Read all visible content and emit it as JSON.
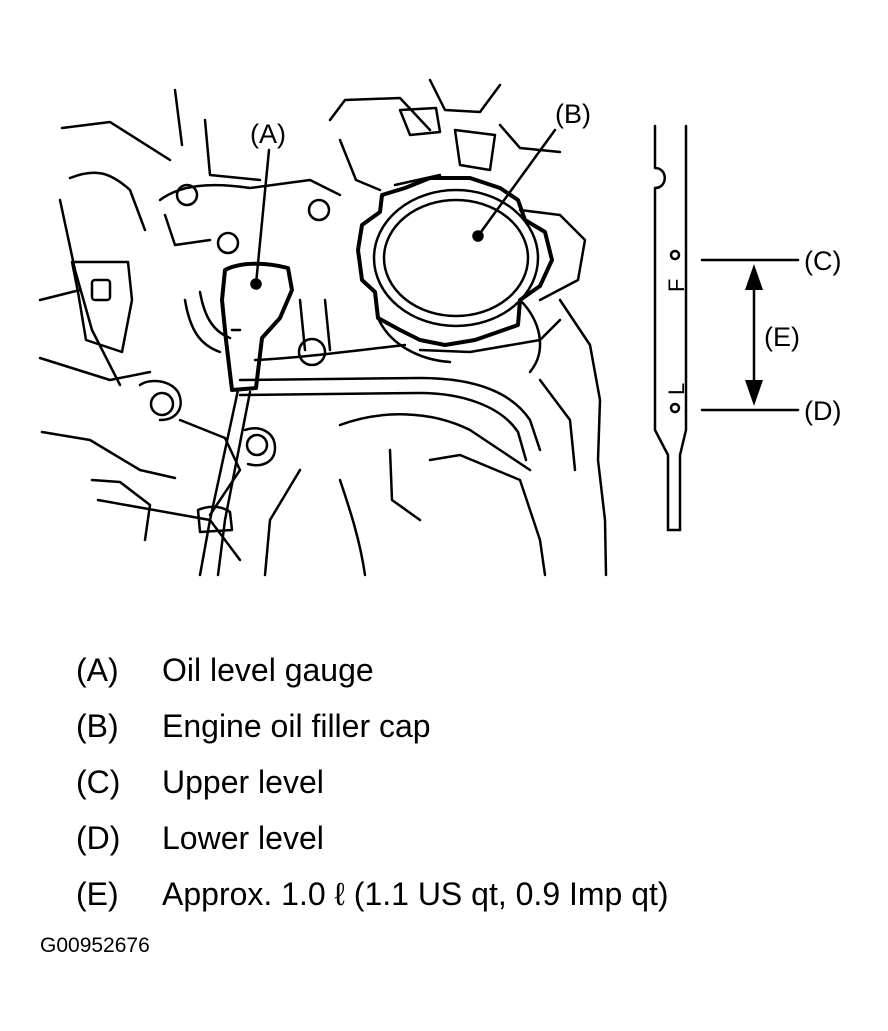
{
  "callouts": {
    "a": "(A)",
    "b": "(B)",
    "c": "(C)",
    "d": "(D)",
    "e": "(E)"
  },
  "gauge_marks": {
    "full": "F",
    "low": "L"
  },
  "legend": [
    {
      "key": "(A)",
      "desc": "Oil level gauge"
    },
    {
      "key": "(B)",
      "desc": "Engine oil filler cap"
    },
    {
      "key": "(C)",
      "desc": "Upper level"
    },
    {
      "key": "(D)",
      "desc": "Lower level"
    },
    {
      "key": "(E)",
      "desc": "Approx. 1.0  ℓ  (1.1 US qt, 0.9 Imp qt)"
    }
  ],
  "figure_code": "G00952676"
}
